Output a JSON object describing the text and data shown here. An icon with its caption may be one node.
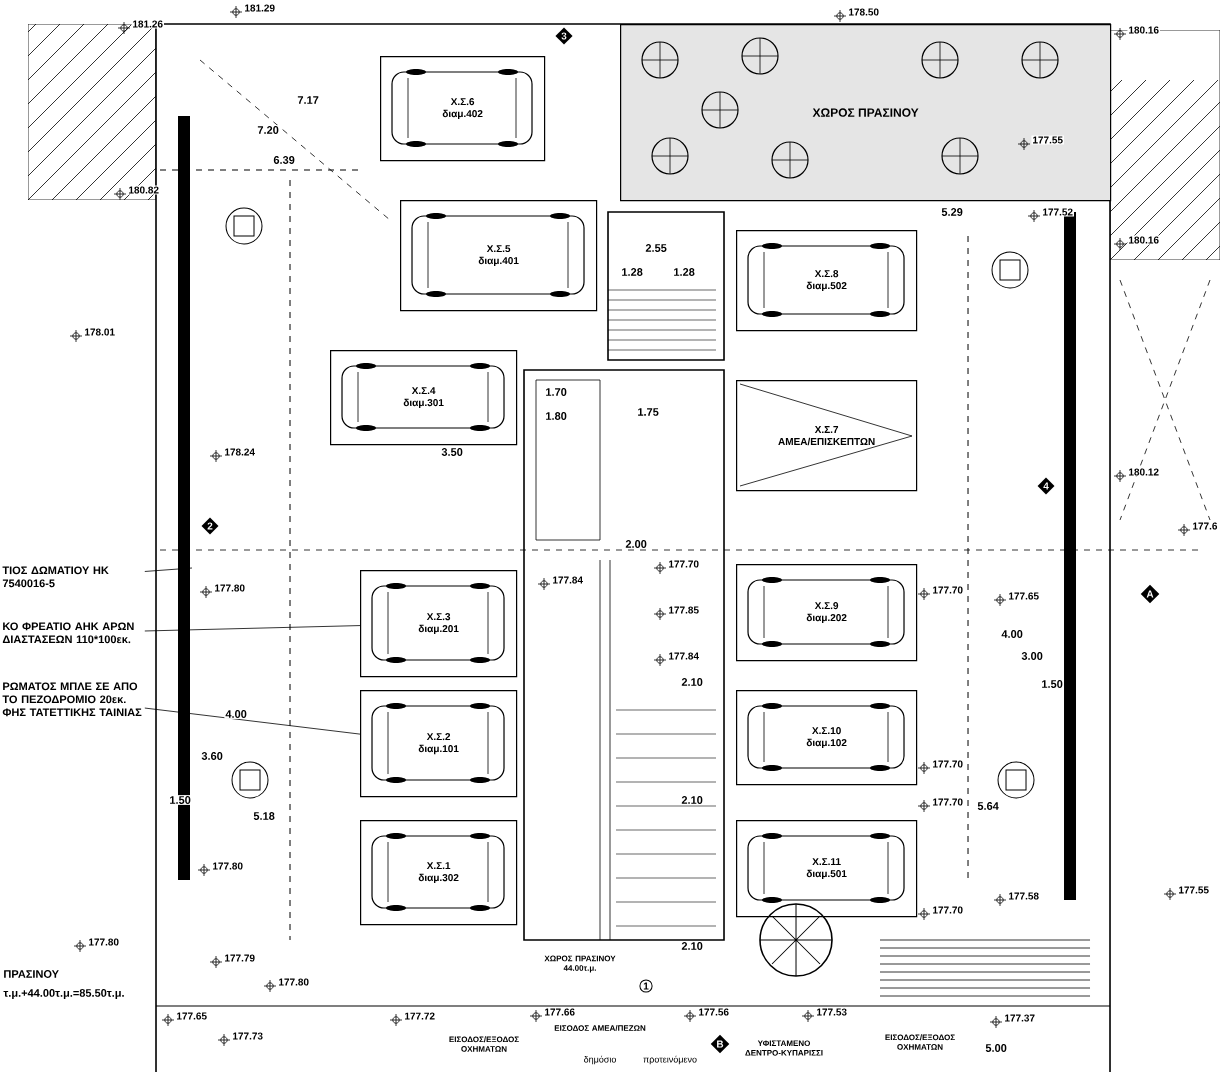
{
  "diagram": {
    "nodes": [
      {
        "text": [
          "ΧΩΡΟΣ ΠΡΑΣΙΝΟΥ"
        ]
      },
      {
        "text": [
          "Χ.Σ.6",
          "διαμ.402"
        ]
      },
      {
        "text": [
          "Χ.Σ.5",
          "διαμ.401"
        ]
      },
      {
        "text": [
          "Χ.Σ.8",
          "διαμ.502"
        ]
      },
      {
        "text": [
          "Χ.Σ.4",
          "διαμ.301"
        ]
      },
      {
        "text": [
          "Χ.Σ.7",
          "ΑΜΕΑ/ΕΠΙΣΚΕΠΤΩΝ"
        ]
      },
      {
        "text": [
          "Χ.Σ.9",
          "διαμ.202"
        ]
      },
      {
        "text": [
          "Χ.Σ.3",
          "διαμ.201"
        ]
      },
      {
        "text": [
          "Χ.Σ.2",
          "διαμ.101"
        ]
      },
      {
        "text": [
          "Χ.Σ.10",
          "διαμ.102"
        ]
      },
      {
        "text": [
          "Χ.Σ.1",
          "διαμ.302"
        ]
      },
      {
        "text": [
          "Χ.Σ.11",
          "διαμ.501"
        ]
      },
      {
        "text": [
          "ΤΙΟΣ ΔΩΜΑΤΙΟΥ ΗΚ 7540016-5"
        ]
      },
      {
        "text": [
          "ΚΟ ΦΡΕΑΤΙΟ ΑΗΚ ΑΡΩΝ ΔΙΑΣΤΑΣΕΩΝ 110*100εκ."
        ]
      },
      {
        "text": [
          "ΡΩΜΑΤΟΣ ΜΠΛΕ ΣΕ ΑΠΟ ΤΟ ΠΕΖΟΔΡΟΜΙΟ 20εκ. ΦΗΣ ΤΑΤΕΤΤΙΚΗΣ ΤΑΙΝΙΑΣ"
        ]
      }
    ],
    "edges": [
      {
        "from": 12,
        "to": null,
        "arrow": "none"
      },
      {
        "from": 13,
        "to": 7,
        "arrow": "none"
      },
      {
        "from": 14,
        "to": 8,
        "arrow": "none"
      }
    ],
    "labels": [
      "181.29",
      "181.26",
      "180.82",
      "7.17",
      "7.20",
      "6.39",
      "178.01",
      "178.24",
      "3.50",
      "1.70",
      "1.80",
      "178.50",
      "177.55",
      "5.29",
      "177.52",
      "180.16",
      "180.16",
      "2.55",
      "1.28",
      "1.28",
      "1.75",
      "180.12",
      "177.6",
      "177.80",
      "177.84",
      "4.00",
      "3.60",
      "1.50",
      "5.18",
      "177.80",
      "177.80",
      "177.79",
      "177.80",
      "177.65",
      "177.73",
      "177.72",
      "177.66",
      "2.00",
      "177.70",
      "177.85",
      "177.84",
      "2.10",
      "177.70",
      "177.65",
      "4.00",
      "3.00",
      "1.50",
      "177.70",
      "177.70",
      "5.64",
      "2.10",
      "177.58",
      "177.55",
      "177.70",
      "2.10",
      "177.56",
      "177.53",
      "177.37",
      "5.00",
      "ΕΙΣΟΔΟΣ/ΕΞΟΔΟΣ ΟΧΗΜΑΤΩΝ",
      "ΕΙΣΟΔΟΣ ΑΜΕΑ/ΠΕΖΩΝ",
      "ΥΦΙΣΤΑΜΕΝΟ ΔΕΝΤΡΟ-ΚΥΠΑΡΙΣΣΙ",
      "ΕΙΣΟΔΟΣ/ΕΞΟΔΟΣ ΟΧΗΜΑΤΩΝ",
      "δημόσιο",
      "προτεινόμενο",
      "ΧΩΡΟΣ ΠΡΑΣΙΝΟΥ 44.00τ.μ.",
      "ΠΡΑΣΙΝΟΥ",
      "τ.μ.+44.00τ.μ.=85.50τ.μ.",
      "3",
      "2",
      "4",
      "A",
      "B",
      "1"
    ]
  }
}
